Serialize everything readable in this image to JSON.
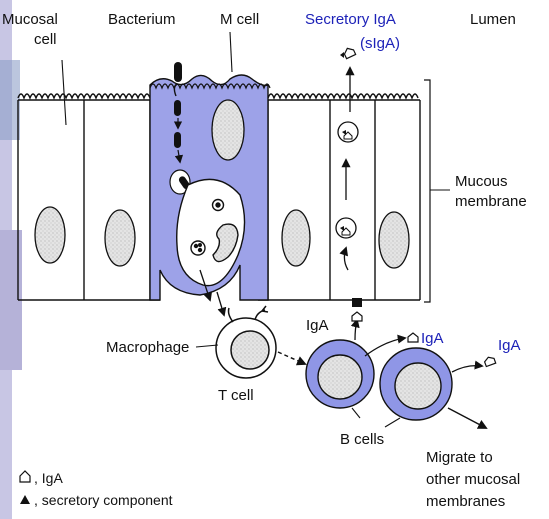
{
  "labels": {
    "mucosal_cell_1": "Mucosal",
    "mucosal_cell_2": "cell",
    "bacterium": "Bacterium",
    "m_cell": "M cell",
    "secretory_iga_1": "Secretory IgA",
    "secretory_iga_2": "(sIgA)",
    "lumen": "Lumen",
    "mucous_membrane_1": "Mucous",
    "mucous_membrane_2": "membrane",
    "macrophage": "Macrophage",
    "t_cell": "T cell",
    "iga_near_cells": "IgA",
    "iga_blue_1": "IgA",
    "iga_blue_2": "IgA",
    "b_cells": "B cells",
    "migrate_1": "Migrate to",
    "migrate_2": "other mucosal",
    "migrate_3": "membranes"
  },
  "legend": {
    "iga_text": ", IgA",
    "secretory_text": ", secretory component"
  },
  "colors": {
    "m_cell_fill": "#9da2e8",
    "b_cell_ring": "#8f96e6",
    "blue_text": "#1d22b8",
    "background_left": "#c8c6e4",
    "line": "#111111",
    "nucleus": "#dedede"
  }
}
